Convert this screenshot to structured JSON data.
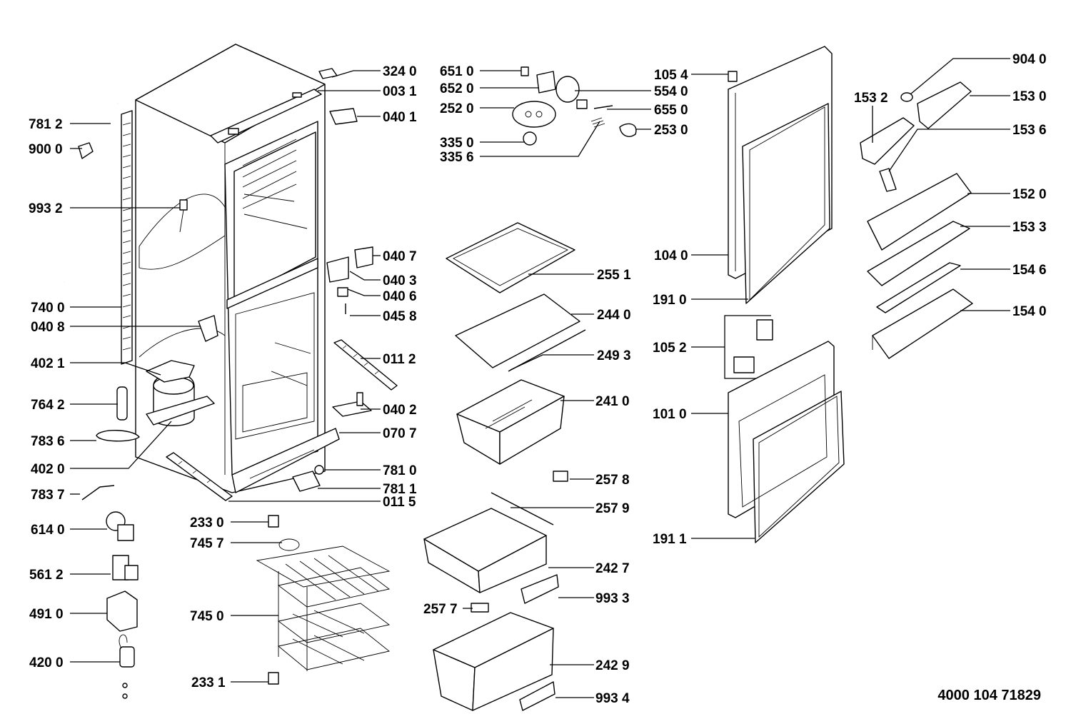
{
  "drawing_number": "4000 104 71829",
  "labels": [
    {
      "id": "p7812",
      "text": "781 2"
    },
    {
      "id": "p9000",
      "text": "900 0"
    },
    {
      "id": "p9932",
      "text": "993 2"
    },
    {
      "id": "p7400",
      "text": "740 0"
    },
    {
      "id": "p0408",
      "text": "040 8"
    },
    {
      "id": "p4021",
      "text": "402 1"
    },
    {
      "id": "p7642",
      "text": "764 2"
    },
    {
      "id": "p7836",
      "text": "783 6"
    },
    {
      "id": "p4020",
      "text": "402 0"
    },
    {
      "id": "p7837",
      "text": "783 7"
    },
    {
      "id": "p6140",
      "text": "614 0"
    },
    {
      "id": "p5612",
      "text": "561 2"
    },
    {
      "id": "p4910",
      "text": "491 0"
    },
    {
      "id": "p4200",
      "text": "420 0"
    },
    {
      "id": "p3240",
      "text": "324 0"
    },
    {
      "id": "p0031",
      "text": "003 1"
    },
    {
      "id": "p0401",
      "text": "040 1"
    },
    {
      "id": "p0407",
      "text": "040 7"
    },
    {
      "id": "p0403",
      "text": "040 3"
    },
    {
      "id": "p0406",
      "text": "040 6"
    },
    {
      "id": "p0458",
      "text": "045 8"
    },
    {
      "id": "p0112",
      "text": "011 2"
    },
    {
      "id": "p0402",
      "text": "040 2"
    },
    {
      "id": "p0707",
      "text": "070 7"
    },
    {
      "id": "p7810",
      "text": "781 0"
    },
    {
      "id": "p7811",
      "text": "781 1"
    },
    {
      "id": "p0115",
      "text": "011 5"
    },
    {
      "id": "p2330",
      "text": "233 0"
    },
    {
      "id": "p7457",
      "text": "745 7"
    },
    {
      "id": "p7450",
      "text": "745 0"
    },
    {
      "id": "p2331",
      "text": "233 1"
    },
    {
      "id": "p6510",
      "text": "651 0"
    },
    {
      "id": "p6520",
      "text": "652 0"
    },
    {
      "id": "p2520",
      "text": "252 0"
    },
    {
      "id": "p3350",
      "text": "335 0"
    },
    {
      "id": "p3356",
      "text": "335 6"
    },
    {
      "id": "p5540",
      "text": "554 0"
    },
    {
      "id": "p6550",
      "text": "655 0"
    },
    {
      "id": "p2530",
      "text": "253 0"
    },
    {
      "id": "p2551",
      "text": "255 1"
    },
    {
      "id": "p2440",
      "text": "244 0"
    },
    {
      "id": "p2493",
      "text": "249 3"
    },
    {
      "id": "p2410",
      "text": "241 0"
    },
    {
      "id": "p2578",
      "text": "257 8"
    },
    {
      "id": "p2579",
      "text": "257 9"
    },
    {
      "id": "p2427",
      "text": "242 7"
    },
    {
      "id": "p9933",
      "text": "993 3"
    },
    {
      "id": "p2577",
      "text": "257 7"
    },
    {
      "id": "p2429",
      "text": "242 9"
    },
    {
      "id": "p9934",
      "text": "993 4"
    },
    {
      "id": "p1054",
      "text": "105 4"
    },
    {
      "id": "p1040",
      "text": "104 0"
    },
    {
      "id": "p1910",
      "text": "191 0"
    },
    {
      "id": "p1052",
      "text": "105 2"
    },
    {
      "id": "p1010",
      "text": "101 0"
    },
    {
      "id": "p1911",
      "text": "191 1"
    },
    {
      "id": "p9040",
      "text": "904 0"
    },
    {
      "id": "p1532",
      "text": "153 2"
    },
    {
      "id": "p1530",
      "text": "153 0"
    },
    {
      "id": "p1536",
      "text": "153 6"
    },
    {
      "id": "p1520",
      "text": "152 0"
    },
    {
      "id": "p1533",
      "text": "153 3"
    },
    {
      "id": "p1546",
      "text": "154 6"
    },
    {
      "id": "p1540",
      "text": "154 0"
    }
  ]
}
